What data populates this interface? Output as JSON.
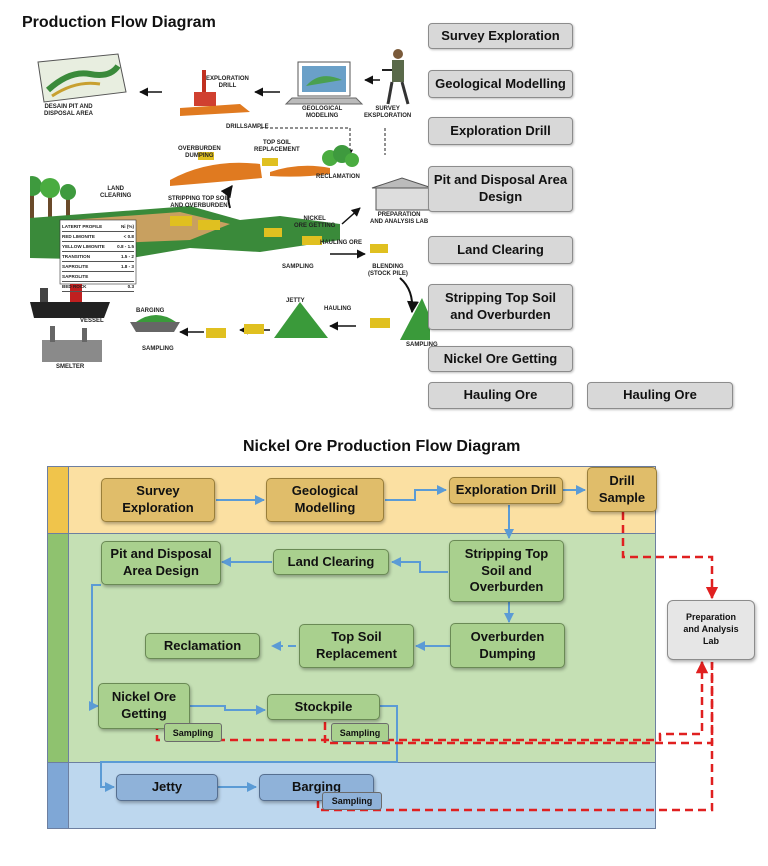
{
  "top": {
    "title": "Production Flow Diagram",
    "chips": [
      "Survey Exploration",
      "Geological Modelling",
      "Exploration Drill",
      "Pit and Disposal Area Design",
      "Land Clearing",
      "Stripping Top Soil and Overburden",
      "Nickel Ore Getting",
      "Hauling Ore",
      "Hauling Ore"
    ],
    "illustration_labels": {
      "desain_pit": "DESAIN PIT AND\nDISPOSAL AREA",
      "exploration_drill": "EXPLORATION\nDRILL",
      "geological_modeling": "GEOLOGICAL\nMODELING",
      "survey_exploration": "SURVEY\nEKSPLORATION",
      "drillsample": "DRILLSAMPLE",
      "overburden_dumping": "OVERBURDEN\nDUMPING",
      "top_soil_replacement": "TOP SOIL\nREPLACEMENT",
      "reclamation": "RECLAMATION",
      "land_clearing": "LAND\nCLEARING",
      "preparation_lab": "PREPARATION\nAND ANALYSIS LAB",
      "stripping": "STRIPPING TOP SOIL\nAND OVERBURDEN",
      "nickel_ore_getting": "NICKEL\nORE GETTING",
      "hauling_ore": "HAULING ORE",
      "sampling1": "SAMPLING",
      "blending": "BLENDING\n(STOCK PILE)",
      "jetty": "JETTY",
      "hauling": "HAULING",
      "barging": "BARGING",
      "sampling2": "SAMPLING",
      "sampling3": "SAMPLING",
      "vessel": "VESSEL",
      "smelter": "SMELTER"
    },
    "profile_rows": [
      [
        "LATERIT PROFILE",
        "Ni (%)"
      ],
      [
        "RED LIMONITE",
        "< 0.8"
      ],
      [
        "YELLOW LIMONITE",
        "0.8 - 1.5"
      ],
      [
        "TRANSITION",
        "1.5 - 2"
      ],
      [
        "SAPROLITE",
        "1.8 - 3"
      ],
      [
        "SAPROLITE",
        ""
      ],
      [
        "BED ROCK",
        "0.3"
      ]
    ]
  },
  "bottom": {
    "title": "Nickel Ore Production Flow Diagram",
    "boxes": {
      "survey": "Survey\nExploration",
      "geo": "Geological\nModelling",
      "expl_drill": "Exploration Drill",
      "drill_sample": "Drill\nSample",
      "pit": "Pit and Disposal\nArea Design",
      "land_clearing": "Land Clearing",
      "stripping": "Stripping Top\nSoil and\nOverburden",
      "lab": "Preparation\nand Analysis\nLab",
      "reclamation": "Reclamation",
      "topsoil": "Top Soil\nReplacement",
      "ob_dumping": "Overburden\nDumping",
      "nickel_getting": "Nickel Ore\nGetting",
      "stockpile": "Stockpile",
      "jetty": "Jetty",
      "barging": "Barging"
    },
    "sampling_label": "Sampling"
  },
  "colors": {
    "band_gold": "#fbe0a2",
    "band_green": "#c5e0b4",
    "band_blue": "#bdd7ee",
    "side_gold": "#f0c44b",
    "side_green": "#8fc26f",
    "side_blue": "#7fa7d6",
    "arrow_blue": "#5b9bd5",
    "arrow_red": "#e02020"
  }
}
